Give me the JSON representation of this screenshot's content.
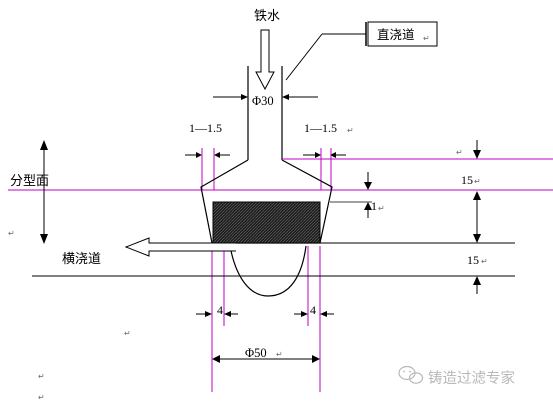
{
  "labels": {
    "pour_top": "铁水",
    "sprue": "直浇道",
    "dia_top": "Φ30",
    "taper_left": "1—1.5",
    "taper_right": "1—1.5",
    "parting": "分型面",
    "height_upper": "15",
    "gap": "1",
    "runner": "横浇道",
    "height_lower": "15",
    "width_left": "4",
    "width_right": "4",
    "dia_bottom": "Φ50"
  },
  "marks": {
    "return": "↵"
  },
  "watermark": {
    "text": "铸造过滤专家"
  },
  "colors": {
    "ink": "#000000",
    "magenta": "#c000c0",
    "filter_fill": "#222222",
    "watermark": "#b8b8b8"
  }
}
